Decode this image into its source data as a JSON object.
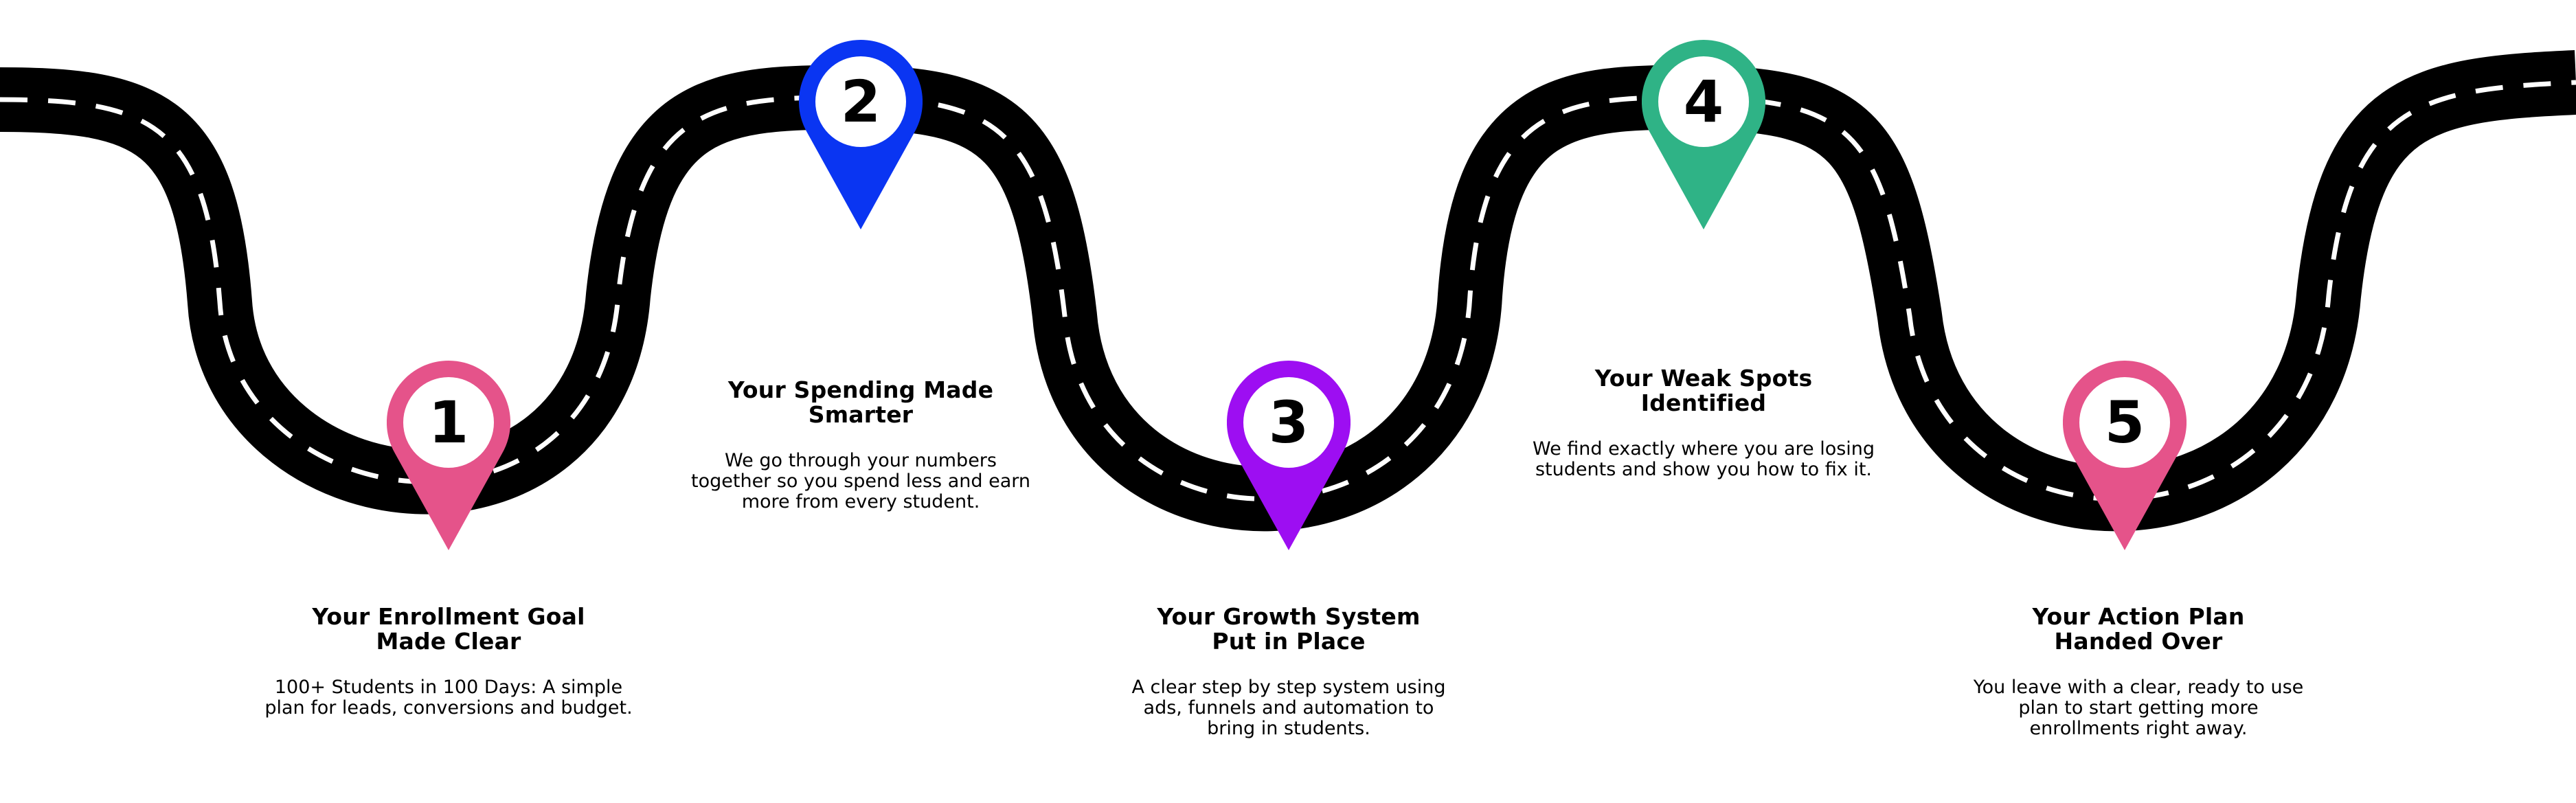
{
  "road": {
    "surface_color": "#000000",
    "lane_color": "#ffffff"
  },
  "steps": [
    {
      "number": "1",
      "pin_color": "#e5538a",
      "title_line1": "Your Enrollment Goal",
      "title_line2": "Made Clear",
      "desc_lines": [
        "100+ Students in 100 Days: A simple",
        "plan for leads, conversions and budget."
      ]
    },
    {
      "number": "2",
      "pin_color": "#0a35f2",
      "title_line1": "Your Spending Made",
      "title_line2": "Smarter",
      "desc_lines": [
        "We go through your numbers",
        "together so you spend less and earn",
        "more from every student."
      ]
    },
    {
      "number": "3",
      "pin_color": "#9d0ef2",
      "title_line1": "Your Growth System",
      "title_line2": "Put in Place",
      "desc_lines": [
        "A clear step by step system using",
        "ads, funnels and automation to",
        "bring in students."
      ]
    },
    {
      "number": "4",
      "pin_color": "#2fb386",
      "title_line1": "Your Weak Spots",
      "title_line2": "Identified",
      "desc_lines": [
        "We find exactly where you are losing",
        "students and show you how to fix it."
      ]
    },
    {
      "number": "5",
      "pin_color": "#e5538a",
      "title_line1": "Your Action Plan",
      "title_line2": "Handed Over",
      "desc_lines": [
        "You leave with a clear, ready to use",
        "plan to start getting more",
        "enrollments right away."
      ]
    }
  ]
}
